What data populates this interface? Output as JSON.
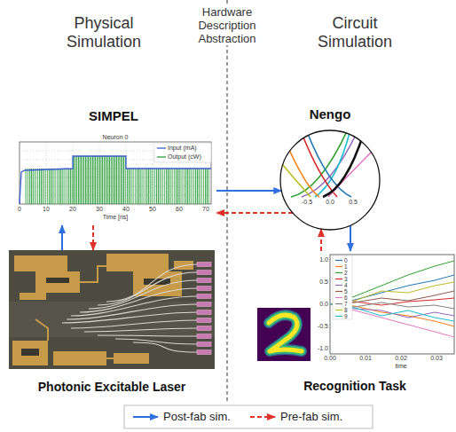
{
  "diagram": {
    "nodes": [
      {
        "text": [
          "SIMPEL"
        ]
      },
      {
        "text": [
          "Nengo"
        ]
      },
      {
        "text": [
          "Photonic Excitable Laser"
        ]
      },
      {
        "text": [
          "Recognition Task"
        ]
      }
    ],
    "edges": [
      {
        "from": 0,
        "to": 1,
        "arrow": "to"
      },
      {
        "from": 1,
        "to": 0,
        "arrow": "to"
      },
      {
        "from": 2,
        "to": 0,
        "arrow": "to"
      },
      {
        "from": 0,
        "to": 2,
        "arrow": "to"
      },
      {
        "from": 1,
        "to": 3,
        "arrow": "to"
      },
      {
        "from": 3,
        "to": 1,
        "arrow": "to"
      }
    ],
    "labels": [
      "Physical Simulation",
      "Hardware Description Abstraction",
      "Circuit Simulation",
      "Neuron 0",
      "Input (mA)",
      "Output (cW)",
      "Time [ns]",
      "0",
      "10",
      "20",
      "30",
      "40",
      "50",
      "60",
      "70",
      "-0.5",
      "0.0",
      "0.5",
      "0",
      "1",
      "2",
      "3",
      "4",
      "5",
      "6",
      "7",
      "8",
      "9",
      "1.0",
      "0.5",
      "0.0",
      "-0.5",
      "-1.0",
      "0.00",
      "0.01",
      "0.02",
      "0.03",
      "time"
    ],
    "legend": [
      {
        "text": "Post-fab sim."
      },
      {
        "text": "Pre-fab sim."
      }
    ]
  }
}
